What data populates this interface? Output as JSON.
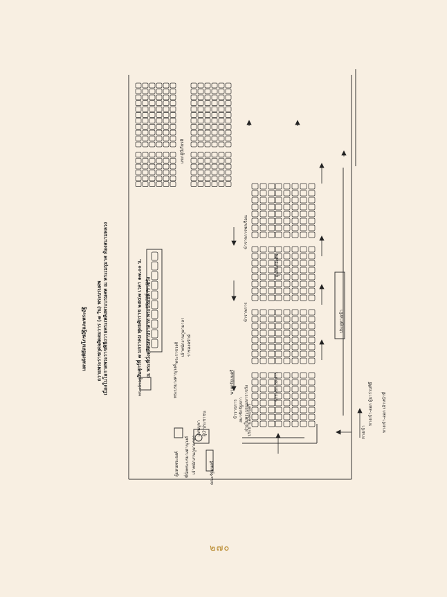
{
  "title": {
    "line1": "แผนผังพิธีสมโภชอัฐิและพระอัฐิ",
    "line2": "ถวายพระราชกุศลสัตตมวาร (๗ วัน) พระบรมศพ",
    "line3": "เนื่องในโอกาสพระราชพิธีถวายพระเพลิงพระบรมศพ ณ พระเมรุมาศ ท้องสนามหลวง",
    "line4": "วันศุกร์ที่ ๗ มกราคม พุทธศักราช ๒๕๔๗ เวลา ๑๗.๐๐ น.",
    "line5": "ณ พระที่นั่งดุสิตมหาปราสาท พระบรมมหาราชวัง"
  },
  "legend": {
    "throne_label": "พระเจ้าอยู่หัว",
    "item1": "พระบรมวงศานุวงศ์",
    "item2": "พระราชวงศ์",
    "item3": "เจ้าพนักงานภูษามาลา",
    "item4": "ราชองครักษ์",
    "monks_label": "พระสงฆ์ ๑๐ รูป"
  },
  "left_labels": {
    "a": "ผู้แทนพระองค์",
    "b": "ที่นั่งพระบรมวงศานุวงศ์",
    "c": "เจ้าพนักงานภูษามาลา",
    "d": "แท่นบูชา",
    "e": "ผู้นำประชาชน",
    "f": "คณะรัฐมนตรี",
    "g": "นายกรัฐมนตรี",
    "h": "ข้าราชการ",
    "i": "สมาชิกรัฐสภา",
    "j": "ฝ่ายในพระบรมมหาราชวัง",
    "k": "ประธานองคมนตรี"
  },
  "block_labels": {
    "b1": "ข้าราชการ",
    "b2": "ข้าราชการพลเรือน",
    "b3": "ข้าราชการทหาร",
    "b4": "ผู้แทนกองทัพ",
    "right": "แขกผู้มีเกียรติ"
  },
  "bottom": {
    "door": "ประตูทางเข้า",
    "note1": "ทางเข้า-ออก ผู้มาร่วมพิธี",
    "note2": "ทางเข้า-ออก เจ้าหน้าที่",
    "entry": "ทางเข้า"
  },
  "page_number": "๒๗๐"
}
